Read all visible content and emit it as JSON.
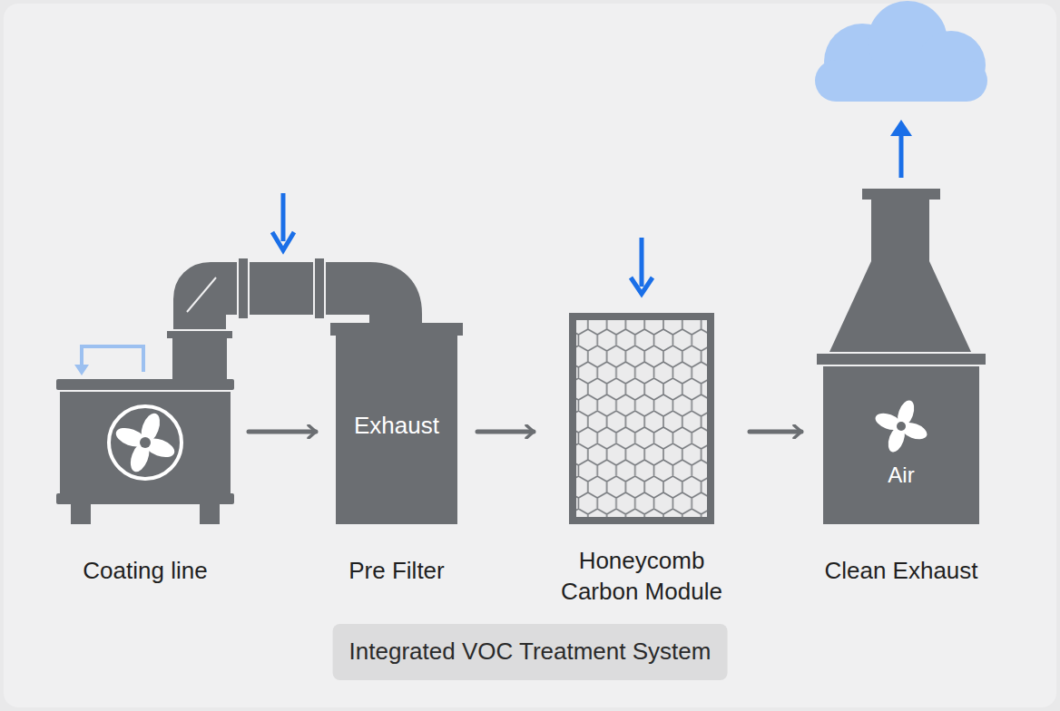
{
  "diagram": {
    "caption": "Integrated VOC Treatment System",
    "nodes": [
      {
        "text": [
          "Coating line"
        ]
      },
      {
        "text": [
          "Exhaust",
          "Pre Filter"
        ]
      },
      {
        "text": [
          "Honeycomb Carbon Module"
        ]
      },
      {
        "text": [
          "Air",
          "Clean Exhaust"
        ]
      }
    ],
    "edges": [
      {
        "from": 0,
        "to": 1,
        "arrow": "to"
      },
      {
        "from": 1,
        "to": 2,
        "arrow": "to"
      },
      {
        "from": 2,
        "to": 3,
        "arrow": "to"
      }
    ]
  }
}
